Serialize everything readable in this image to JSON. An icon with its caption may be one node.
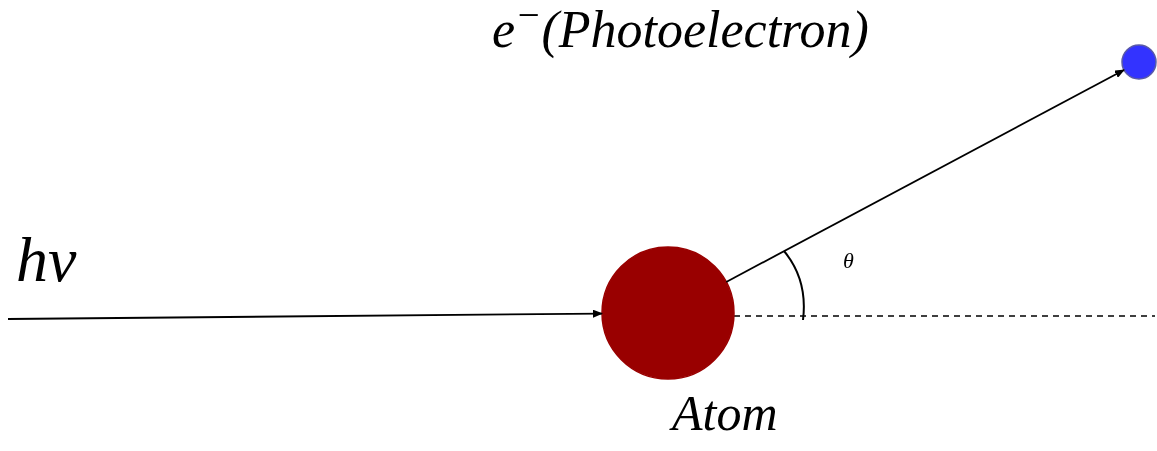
{
  "diagram": {
    "nodes": [
      {
        "text": [],
        "shape": "circle",
        "beside": [
          "Atom"
        ]
      },
      {
        "text": [],
        "shape": "circle"
      }
    ],
    "edges": [
      {
        "from": null,
        "to": 0,
        "arrow": "to"
      },
      {
        "from": 0,
        "to": 1,
        "arrow": "to"
      }
    ],
    "labels": [
      "e$^{−}$(Photoelectron)",
      "hν",
      "θ"
    ]
  }
}
